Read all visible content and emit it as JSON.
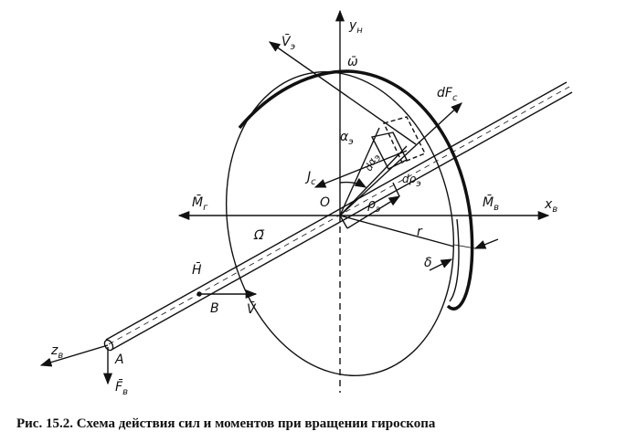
{
  "figure": {
    "caption": "Рис. 15.2. Схема действия сил и моментов при вращении гироскопа",
    "labels": {
      "y_axis": "y",
      "y_axis_sub": "н",
      "omega": "ω̄",
      "v_e": "V̄",
      "v_e_sub": "э",
      "df_c": "dF",
      "df_c_sub": "c",
      "alpha_e": "α",
      "alpha_e_sub": "э",
      "d_alpha_e": "dα",
      "d_alpha_e_sub": "э",
      "j_c": "J",
      "j_c_sub": "c",
      "d_rho_e": "dρ",
      "d_rho_e_sub": "э",
      "origin": "O",
      "rho_e": "ρ",
      "rho_e_sub": "э",
      "m_b": "M̄",
      "m_b_sub": "в",
      "x_axis": "x",
      "x_axis_sub": "в",
      "m_g": "M̄",
      "m_g_sub": "г",
      "big_omega": "Ω̄",
      "radius": "r",
      "thickness": "δ",
      "h": "H̄",
      "point_b": "B",
      "v": "V̄",
      "z_axis": "z",
      "z_axis_sub": "в",
      "point_a": "A",
      "f_b": "F̄",
      "f_b_sub": "в"
    }
  }
}
